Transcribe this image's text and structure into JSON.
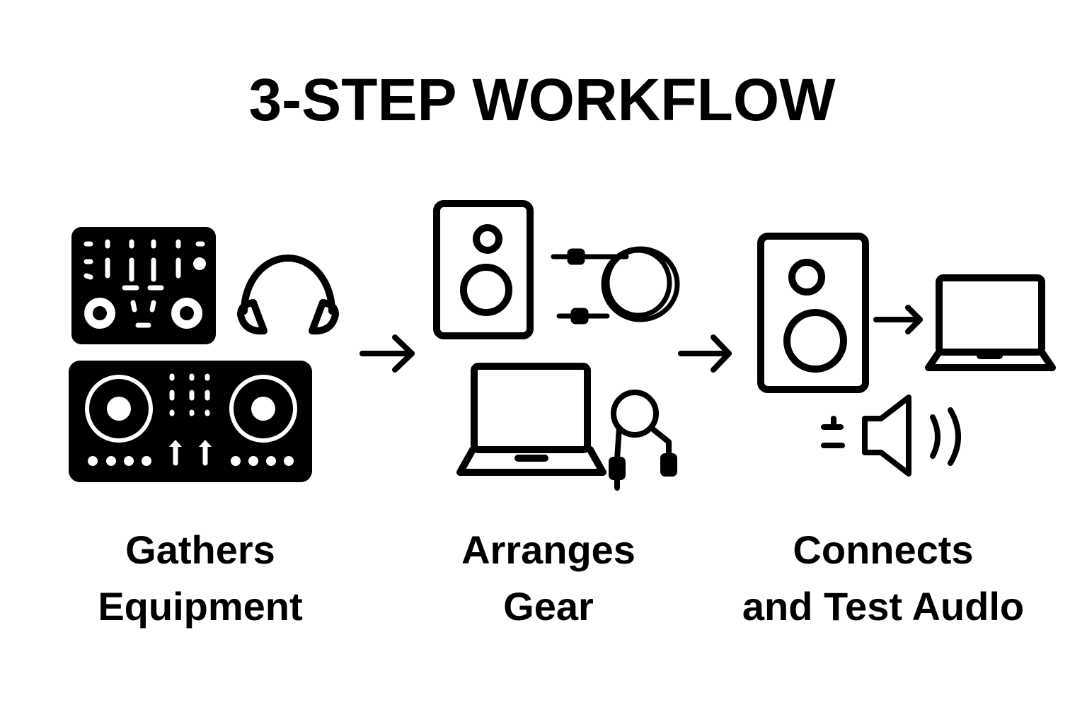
{
  "title": "3-STEP WORKFLOW",
  "steps": [
    {
      "line1": "Gathers",
      "line2": "Equipment",
      "icons": [
        "mixer-icon",
        "headphones-icon",
        "dj-controller-icon"
      ]
    },
    {
      "line1": "Arranges",
      "line2": "Gear",
      "icons": [
        "speaker-icon",
        "cable-icon",
        "laptop-icon",
        "earphone-cable-icon"
      ]
    },
    {
      "line1": "Connects",
      "line2": "and Test Audlo",
      "icons": [
        "speaker-icon",
        "laptop-icon",
        "sound-icon"
      ]
    }
  ],
  "colors": {
    "ink": "#000000",
    "background": "#ffffff"
  }
}
